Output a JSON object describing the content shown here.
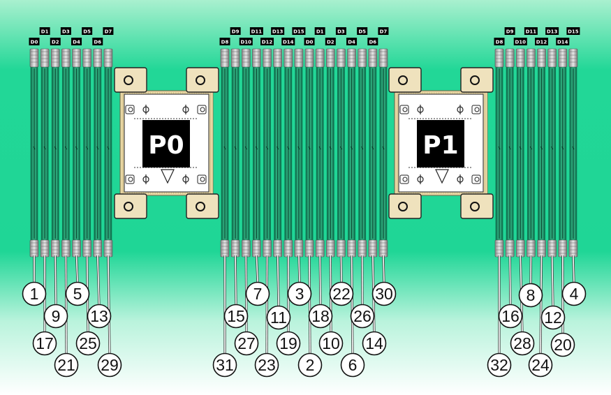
{
  "groups": [
    {
      "id": "left",
      "top_row": [
        "D1",
        "D3",
        "D5",
        "D7"
      ],
      "bottom_row": [
        "D0",
        "D2",
        "D4",
        "D6"
      ]
    },
    {
      "id": "center",
      "top_row": [
        "D9",
        "D11",
        "D13",
        "D15",
        "D1",
        "D3",
        "D5",
        "D7"
      ],
      "bottom_row": [
        "D8",
        "D10",
        "D12",
        "D14",
        "D0",
        "D2",
        "D4",
        "D6"
      ]
    },
    {
      "id": "right",
      "top_row": [
        "D9",
        "D11",
        "D13",
        "D15"
      ],
      "bottom_row": [
        "D8",
        "D10",
        "D12",
        "D14"
      ]
    }
  ],
  "processors": [
    {
      "id": "p0",
      "label": "P0"
    },
    {
      "id": "p1",
      "label": "P1"
    }
  ],
  "slot_callouts": [
    {
      "group": "left",
      "slots": [
        "1",
        "17",
        "9",
        "21",
        "5",
        "25",
        "13",
        "29"
      ]
    },
    {
      "group": "center",
      "slots": [
        "31",
        "15",
        "27",
        "7",
        "23",
        "11",
        "19",
        "3",
        "2",
        "18",
        "10",
        "22",
        "6",
        "26",
        "14",
        "30"
      ]
    },
    {
      "group": "right",
      "slots": [
        "32",
        "16",
        "28",
        "8",
        "24",
        "12",
        "20",
        "4"
      ]
    }
  ],
  "colors": {
    "slot_green": "#0f7a55",
    "socket_frame": "#efe2bd",
    "cpu_label_bg": "#000000"
  }
}
